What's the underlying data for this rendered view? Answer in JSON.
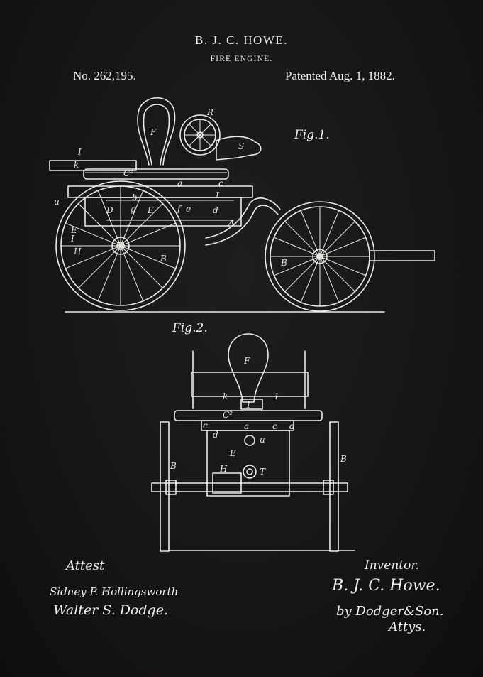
{
  "header": {
    "title": "B. J. C. HOWE.",
    "subtitle": "FIRE ENGINE.",
    "number": "No. 262,195.",
    "patented": "Patented Aug. 1, 1882."
  },
  "figures": {
    "fig1_label": "Fig.1.",
    "fig2_label": "Fig.2."
  },
  "fig1_parts": [
    "I",
    "k",
    "F",
    "R",
    "S",
    "C²",
    "a",
    "c",
    "I",
    "u",
    "b",
    "g",
    "D",
    "E",
    "f",
    "e",
    "d",
    "A",
    "E",
    "I",
    "H",
    "B",
    "B"
  ],
  "fig2_parts": [
    "F",
    "k",
    "l",
    "I",
    "C²",
    "c",
    "a",
    "c",
    "d",
    "d",
    "u",
    "E",
    "B",
    "H",
    "T",
    "B"
  ],
  "signatures": {
    "attest_label": "Attest",
    "witness_1": "Sidney P. Hollingsworth",
    "witness_2": "Walter S. Dodge.",
    "inventor_label": "Inventor.",
    "inventor_name": "B. J. C. Howe.",
    "by_line": "by Dodger&Son.",
    "attys": "Attys."
  },
  "colors": {
    "background": "#161515",
    "ink": "#f1efea"
  }
}
